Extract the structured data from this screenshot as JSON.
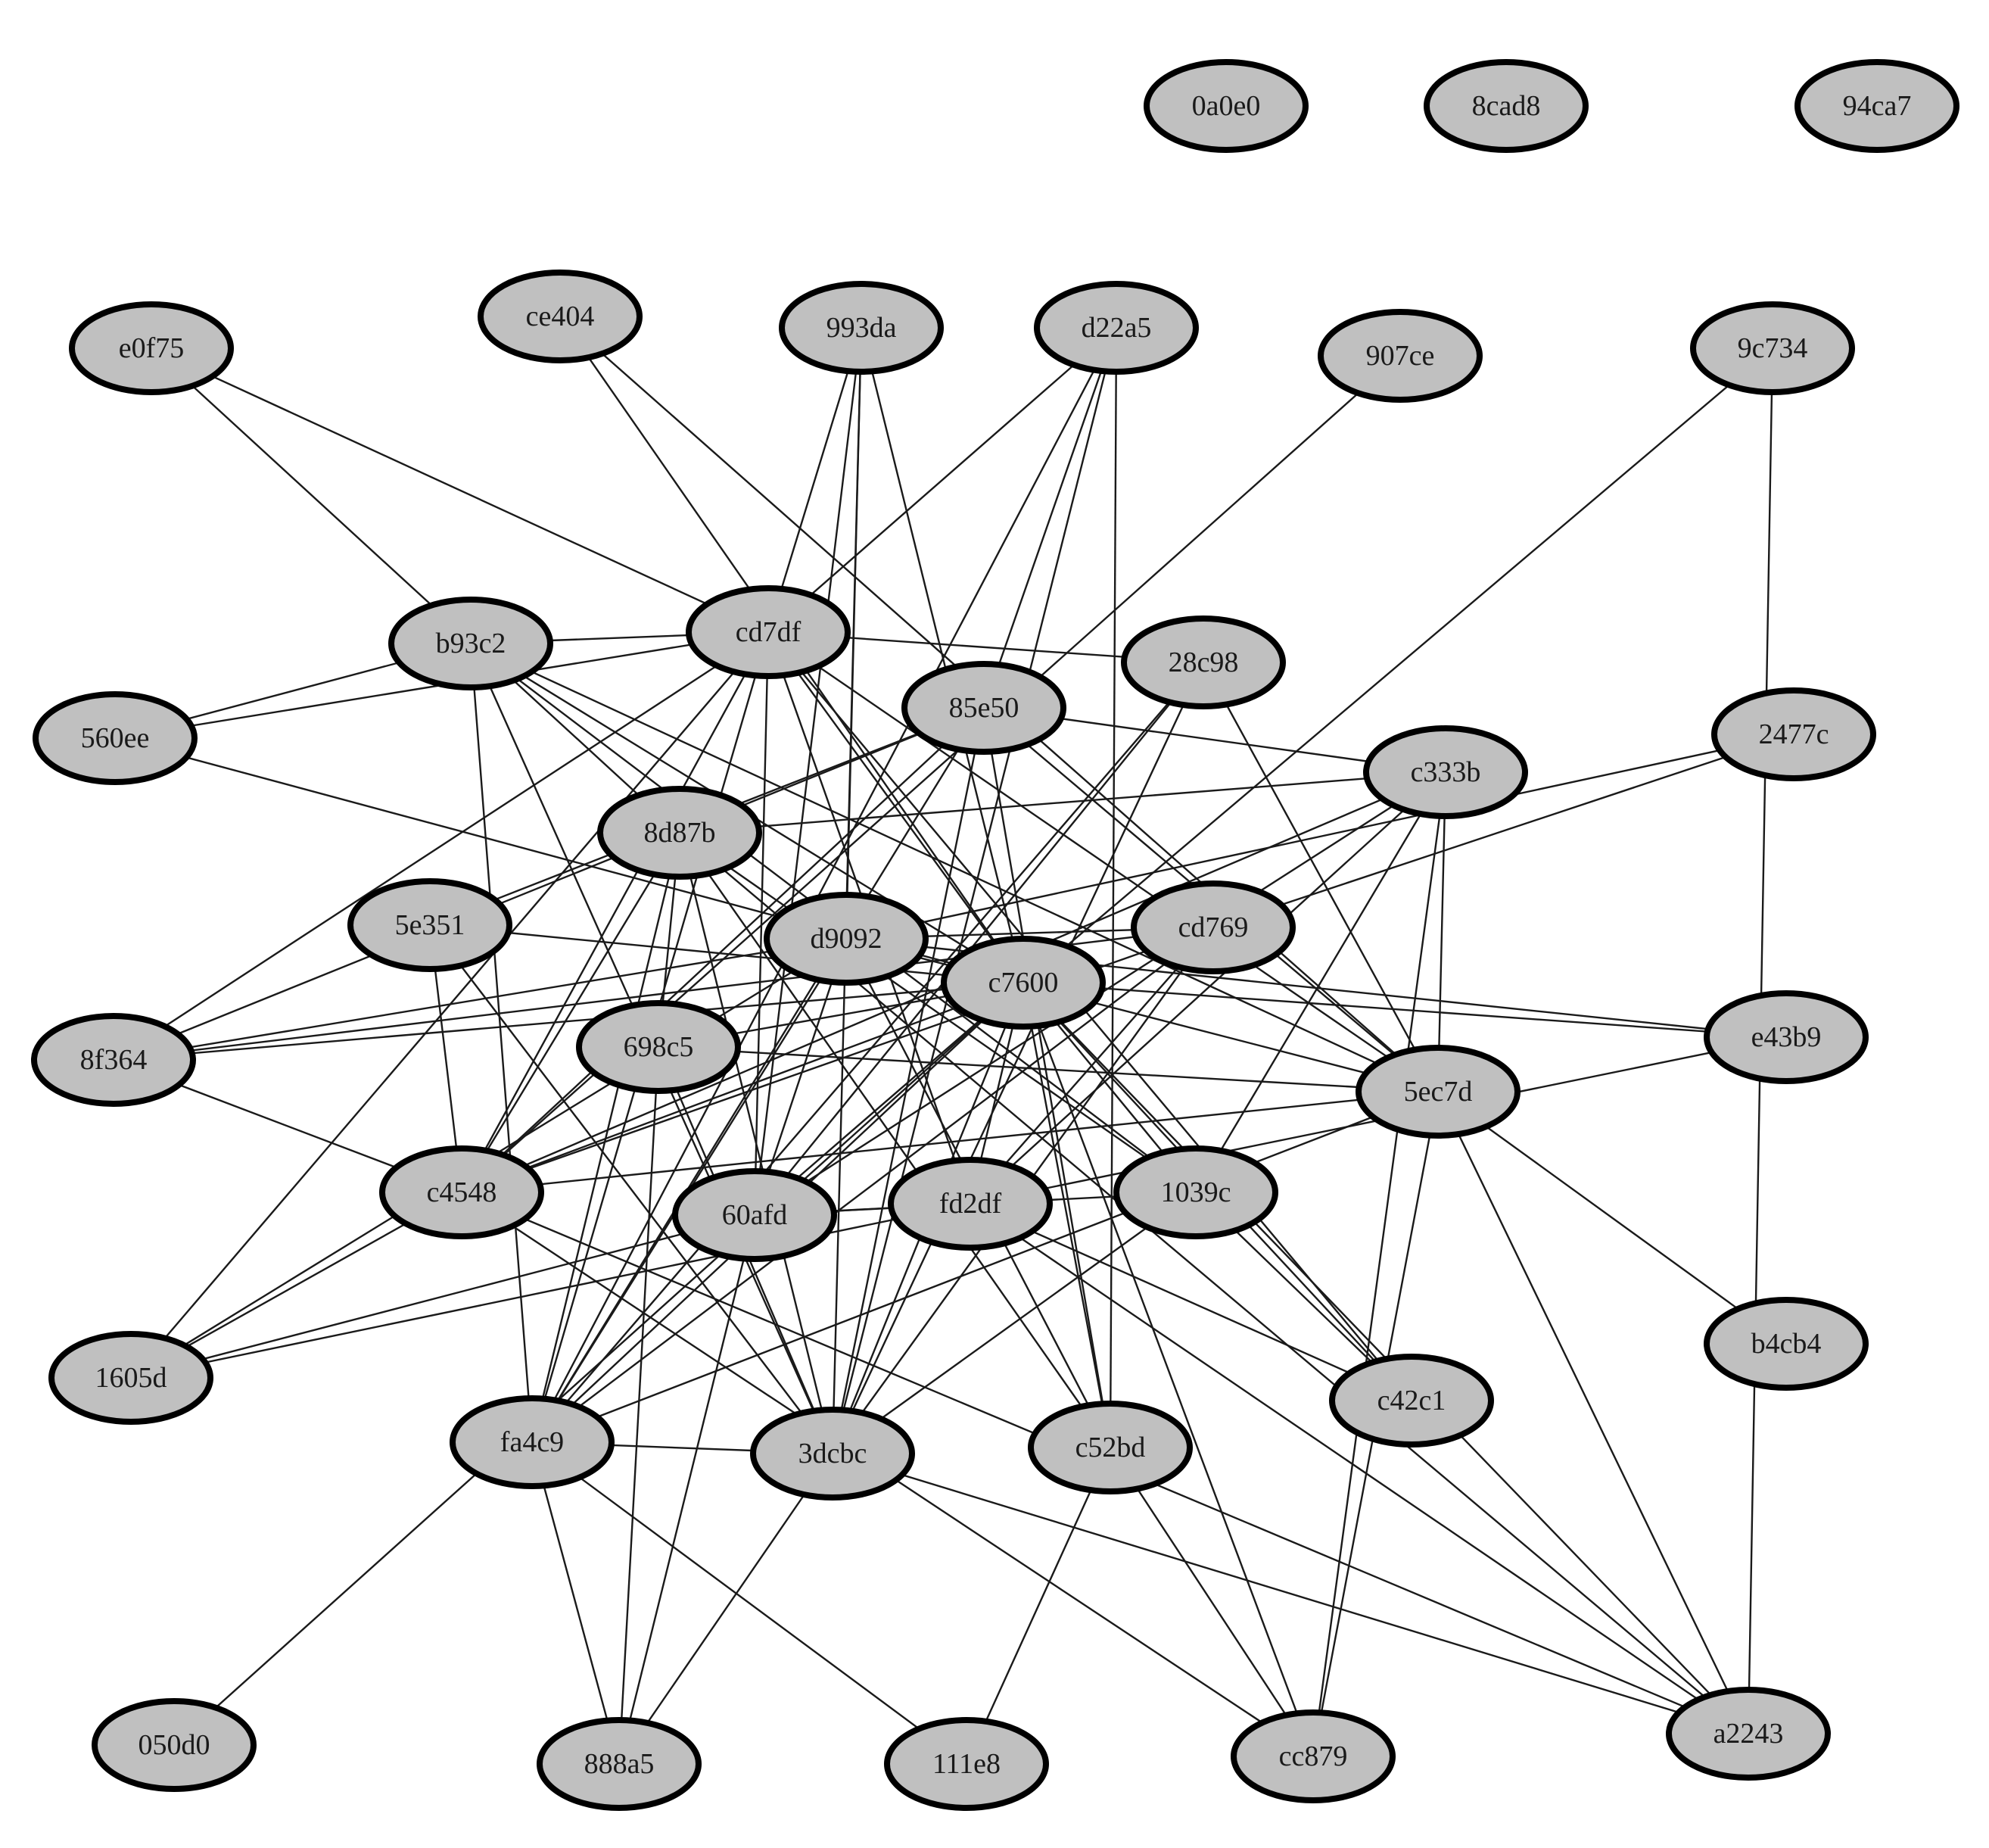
{
  "graph": {
    "node_fill": "#c0c0c0",
    "node_stroke": "#000000",
    "edge_color": "#1a1a1a",
    "nodes": [
      {
        "id": "0a0e0",
        "label": "0a0e0"
      },
      {
        "id": "8cad8",
        "label": "8cad8"
      },
      {
        "id": "94ca7",
        "label": "94ca7"
      },
      {
        "id": "e0f75",
        "label": "e0f75"
      },
      {
        "id": "ce404",
        "label": "ce404"
      },
      {
        "id": "993da",
        "label": "993da"
      },
      {
        "id": "d22a5",
        "label": "d22a5"
      },
      {
        "id": "907ce",
        "label": "907ce"
      },
      {
        "id": "9c734",
        "label": "9c734"
      },
      {
        "id": "b93c2",
        "label": "b93c2"
      },
      {
        "id": "cd7df",
        "label": "cd7df"
      },
      {
        "id": "28c98",
        "label": "28c98"
      },
      {
        "id": "85e50",
        "label": "85e50"
      },
      {
        "id": "560ee",
        "label": "560ee"
      },
      {
        "id": "2477c",
        "label": "2477c"
      },
      {
        "id": "c333b",
        "label": "c333b"
      },
      {
        "id": "8d87b",
        "label": "8d87b"
      },
      {
        "id": "5e351",
        "label": "5e351"
      },
      {
        "id": "d9092",
        "label": "d9092"
      },
      {
        "id": "cd769",
        "label": "cd769"
      },
      {
        "id": "c7600",
        "label": "c7600"
      },
      {
        "id": "8f364",
        "label": "8f364"
      },
      {
        "id": "698c5",
        "label": "698c5"
      },
      {
        "id": "e43b9",
        "label": "e43b9"
      },
      {
        "id": "5ec7d",
        "label": "5ec7d"
      },
      {
        "id": "c4548",
        "label": "c4548"
      },
      {
        "id": "60afd",
        "label": "60afd"
      },
      {
        "id": "fd2df",
        "label": "fd2df"
      },
      {
        "id": "1039c",
        "label": "1039c"
      },
      {
        "id": "b4cb4",
        "label": "b4cb4"
      },
      {
        "id": "1605d",
        "label": "1605d"
      },
      {
        "id": "c42c1",
        "label": "c42c1"
      },
      {
        "id": "fa4c9",
        "label": "fa4c9"
      },
      {
        "id": "3dcbc",
        "label": "3dcbc"
      },
      {
        "id": "c52bd",
        "label": "c52bd"
      },
      {
        "id": "050d0",
        "label": "050d0"
      },
      {
        "id": "888a5",
        "label": "888a5"
      },
      {
        "id": "111e8",
        "label": "111e8"
      },
      {
        "id": "cc879",
        "label": "cc879"
      },
      {
        "id": "a2243",
        "label": "a2243"
      }
    ],
    "edges": [
      [
        "e0f75",
        "cd7df"
      ],
      [
        "e0f75",
        "8d87b"
      ],
      [
        "ce404",
        "c7600"
      ],
      [
        "ce404",
        "5ec7d"
      ],
      [
        "993da",
        "cd7df"
      ],
      [
        "993da",
        "d9092"
      ],
      [
        "993da",
        "c7600"
      ],
      [
        "993da",
        "3dcbc"
      ],
      [
        "993da",
        "60afd"
      ],
      [
        "d22a5",
        "85e50"
      ],
      [
        "d22a5",
        "cd7df"
      ],
      [
        "d22a5",
        "c52bd"
      ],
      [
        "d22a5",
        "fa4c9"
      ],
      [
        "d22a5",
        "3dcbc"
      ],
      [
        "907ce",
        "c4548"
      ],
      [
        "9c734",
        "c7600"
      ],
      [
        "9c734",
        "a2243"
      ],
      [
        "b93c2",
        "cd7df"
      ],
      [
        "b93c2",
        "560ee"
      ],
      [
        "b93c2",
        "fa4c9"
      ],
      [
        "b93c2",
        "3dcbc"
      ],
      [
        "b93c2",
        "5ec7d"
      ],
      [
        "b93c2",
        "c7600"
      ],
      [
        "b93c2",
        "1039c"
      ],
      [
        "cd7df",
        "28c98"
      ],
      [
        "cd7df",
        "560ee"
      ],
      [
        "cd7df",
        "60afd"
      ],
      [
        "cd7df",
        "8f364"
      ],
      [
        "cd7df",
        "c4548"
      ],
      [
        "cd7df",
        "1605d"
      ],
      [
        "cd7df",
        "c7600"
      ],
      [
        "cd7df",
        "5ec7d"
      ],
      [
        "cd7df",
        "c42c1"
      ],
      [
        "cd7df",
        "fd2df"
      ],
      [
        "cd7df",
        "fa4c9"
      ],
      [
        "28c98",
        "fa4c9"
      ],
      [
        "28c98",
        "60afd"
      ],
      [
        "28c98",
        "5ec7d"
      ],
      [
        "28c98",
        "3dcbc"
      ],
      [
        "85e50",
        "c333b"
      ],
      [
        "85e50",
        "c4548"
      ],
      [
        "85e50",
        "fa4c9"
      ],
      [
        "85e50",
        "3dcbc"
      ],
      [
        "85e50",
        "c52bd"
      ],
      [
        "85e50",
        "5e351"
      ],
      [
        "85e50",
        "5ec7d"
      ],
      [
        "85e50",
        "8f364"
      ],
      [
        "560ee",
        "c7600"
      ],
      [
        "2477c",
        "d9092"
      ],
      [
        "2477c",
        "cd769"
      ],
      [
        "c333b",
        "5ec7d"
      ],
      [
        "c333b",
        "60afd"
      ],
      [
        "c333b",
        "fd2df"
      ],
      [
        "c333b",
        "8d87b"
      ],
      [
        "c333b",
        "c4548"
      ],
      [
        "c333b",
        "1039c"
      ],
      [
        "8d87b",
        "fa4c9"
      ],
      [
        "8d87b",
        "c4548"
      ],
      [
        "8d87b",
        "1039c"
      ],
      [
        "8d87b",
        "c52bd"
      ],
      [
        "8d87b",
        "698c5"
      ],
      [
        "8d87b",
        "a2243"
      ],
      [
        "8d87b",
        "3dcbc"
      ],
      [
        "5e351",
        "c7600"
      ],
      [
        "5e351",
        "c4548"
      ],
      [
        "5e351",
        "3dcbc"
      ],
      [
        "d9092",
        "cd769"
      ],
      [
        "d9092",
        "fa4c9"
      ],
      [
        "d9092",
        "60afd"
      ],
      [
        "d9092",
        "1605d"
      ],
      [
        "d9092",
        "c52bd"
      ],
      [
        "d9092",
        "8f364"
      ],
      [
        "d9092",
        "5ec7d"
      ],
      [
        "cd769",
        "fd2df"
      ],
      [
        "cd769",
        "fa4c9"
      ],
      [
        "cd769",
        "3dcbc"
      ],
      [
        "cd769",
        "c4548"
      ],
      [
        "cd769",
        "8f364"
      ],
      [
        "c7600",
        "e43b9"
      ],
      [
        "c7600",
        "60afd"
      ],
      [
        "c7600",
        "fd2df"
      ],
      [
        "c7600",
        "1039c"
      ],
      [
        "c7600",
        "c52bd"
      ],
      [
        "c7600",
        "3dcbc"
      ],
      [
        "c7600",
        "fa4c9"
      ],
      [
        "c7600",
        "cc879"
      ],
      [
        "c7600",
        "a2243"
      ],
      [
        "c7600",
        "698c5"
      ],
      [
        "c7600",
        "c4548"
      ],
      [
        "c7600",
        "8f364"
      ],
      [
        "c7600",
        "c42c1"
      ],
      [
        "698c5",
        "3dcbc"
      ],
      [
        "698c5",
        "888a5"
      ],
      [
        "698c5",
        "5ec7d"
      ],
      [
        "e43b9",
        "d9092"
      ],
      [
        "e43b9",
        "fd2df"
      ],
      [
        "5ec7d",
        "c4548"
      ],
      [
        "5ec7d",
        "cc879"
      ],
      [
        "5ec7d",
        "b4cb4"
      ],
      [
        "5ec7d",
        "a2243"
      ],
      [
        "5ec7d",
        "fa4c9"
      ],
      [
        "8f364",
        "c4548"
      ],
      [
        "c4548",
        "1605d"
      ],
      [
        "c4548",
        "cc879"
      ],
      [
        "60afd",
        "1605d"
      ],
      [
        "60afd",
        "888a5"
      ],
      [
        "60afd",
        "fd2df"
      ],
      [
        "fd2df",
        "1605d"
      ],
      [
        "fd2df",
        "a2243"
      ],
      [
        "fd2df",
        "c42c1"
      ],
      [
        "1039c",
        "60afd"
      ],
      [
        "1039c",
        "c42c1"
      ],
      [
        "1039c",
        "3dcbc"
      ],
      [
        "fa4c9",
        "3dcbc"
      ],
      [
        "fa4c9",
        "888a5"
      ],
      [
        "fa4c9",
        "111e8"
      ],
      [
        "3dcbc",
        "888a5"
      ],
      [
        "3dcbc",
        "a2243"
      ],
      [
        "c52bd",
        "cc879"
      ],
      [
        "111e8",
        "c52bd"
      ],
      [
        "050d0",
        "c7600"
      ],
      [
        "cc879",
        "c333b"
      ],
      [
        "a2243",
        "c4548"
      ]
    ]
  }
}
